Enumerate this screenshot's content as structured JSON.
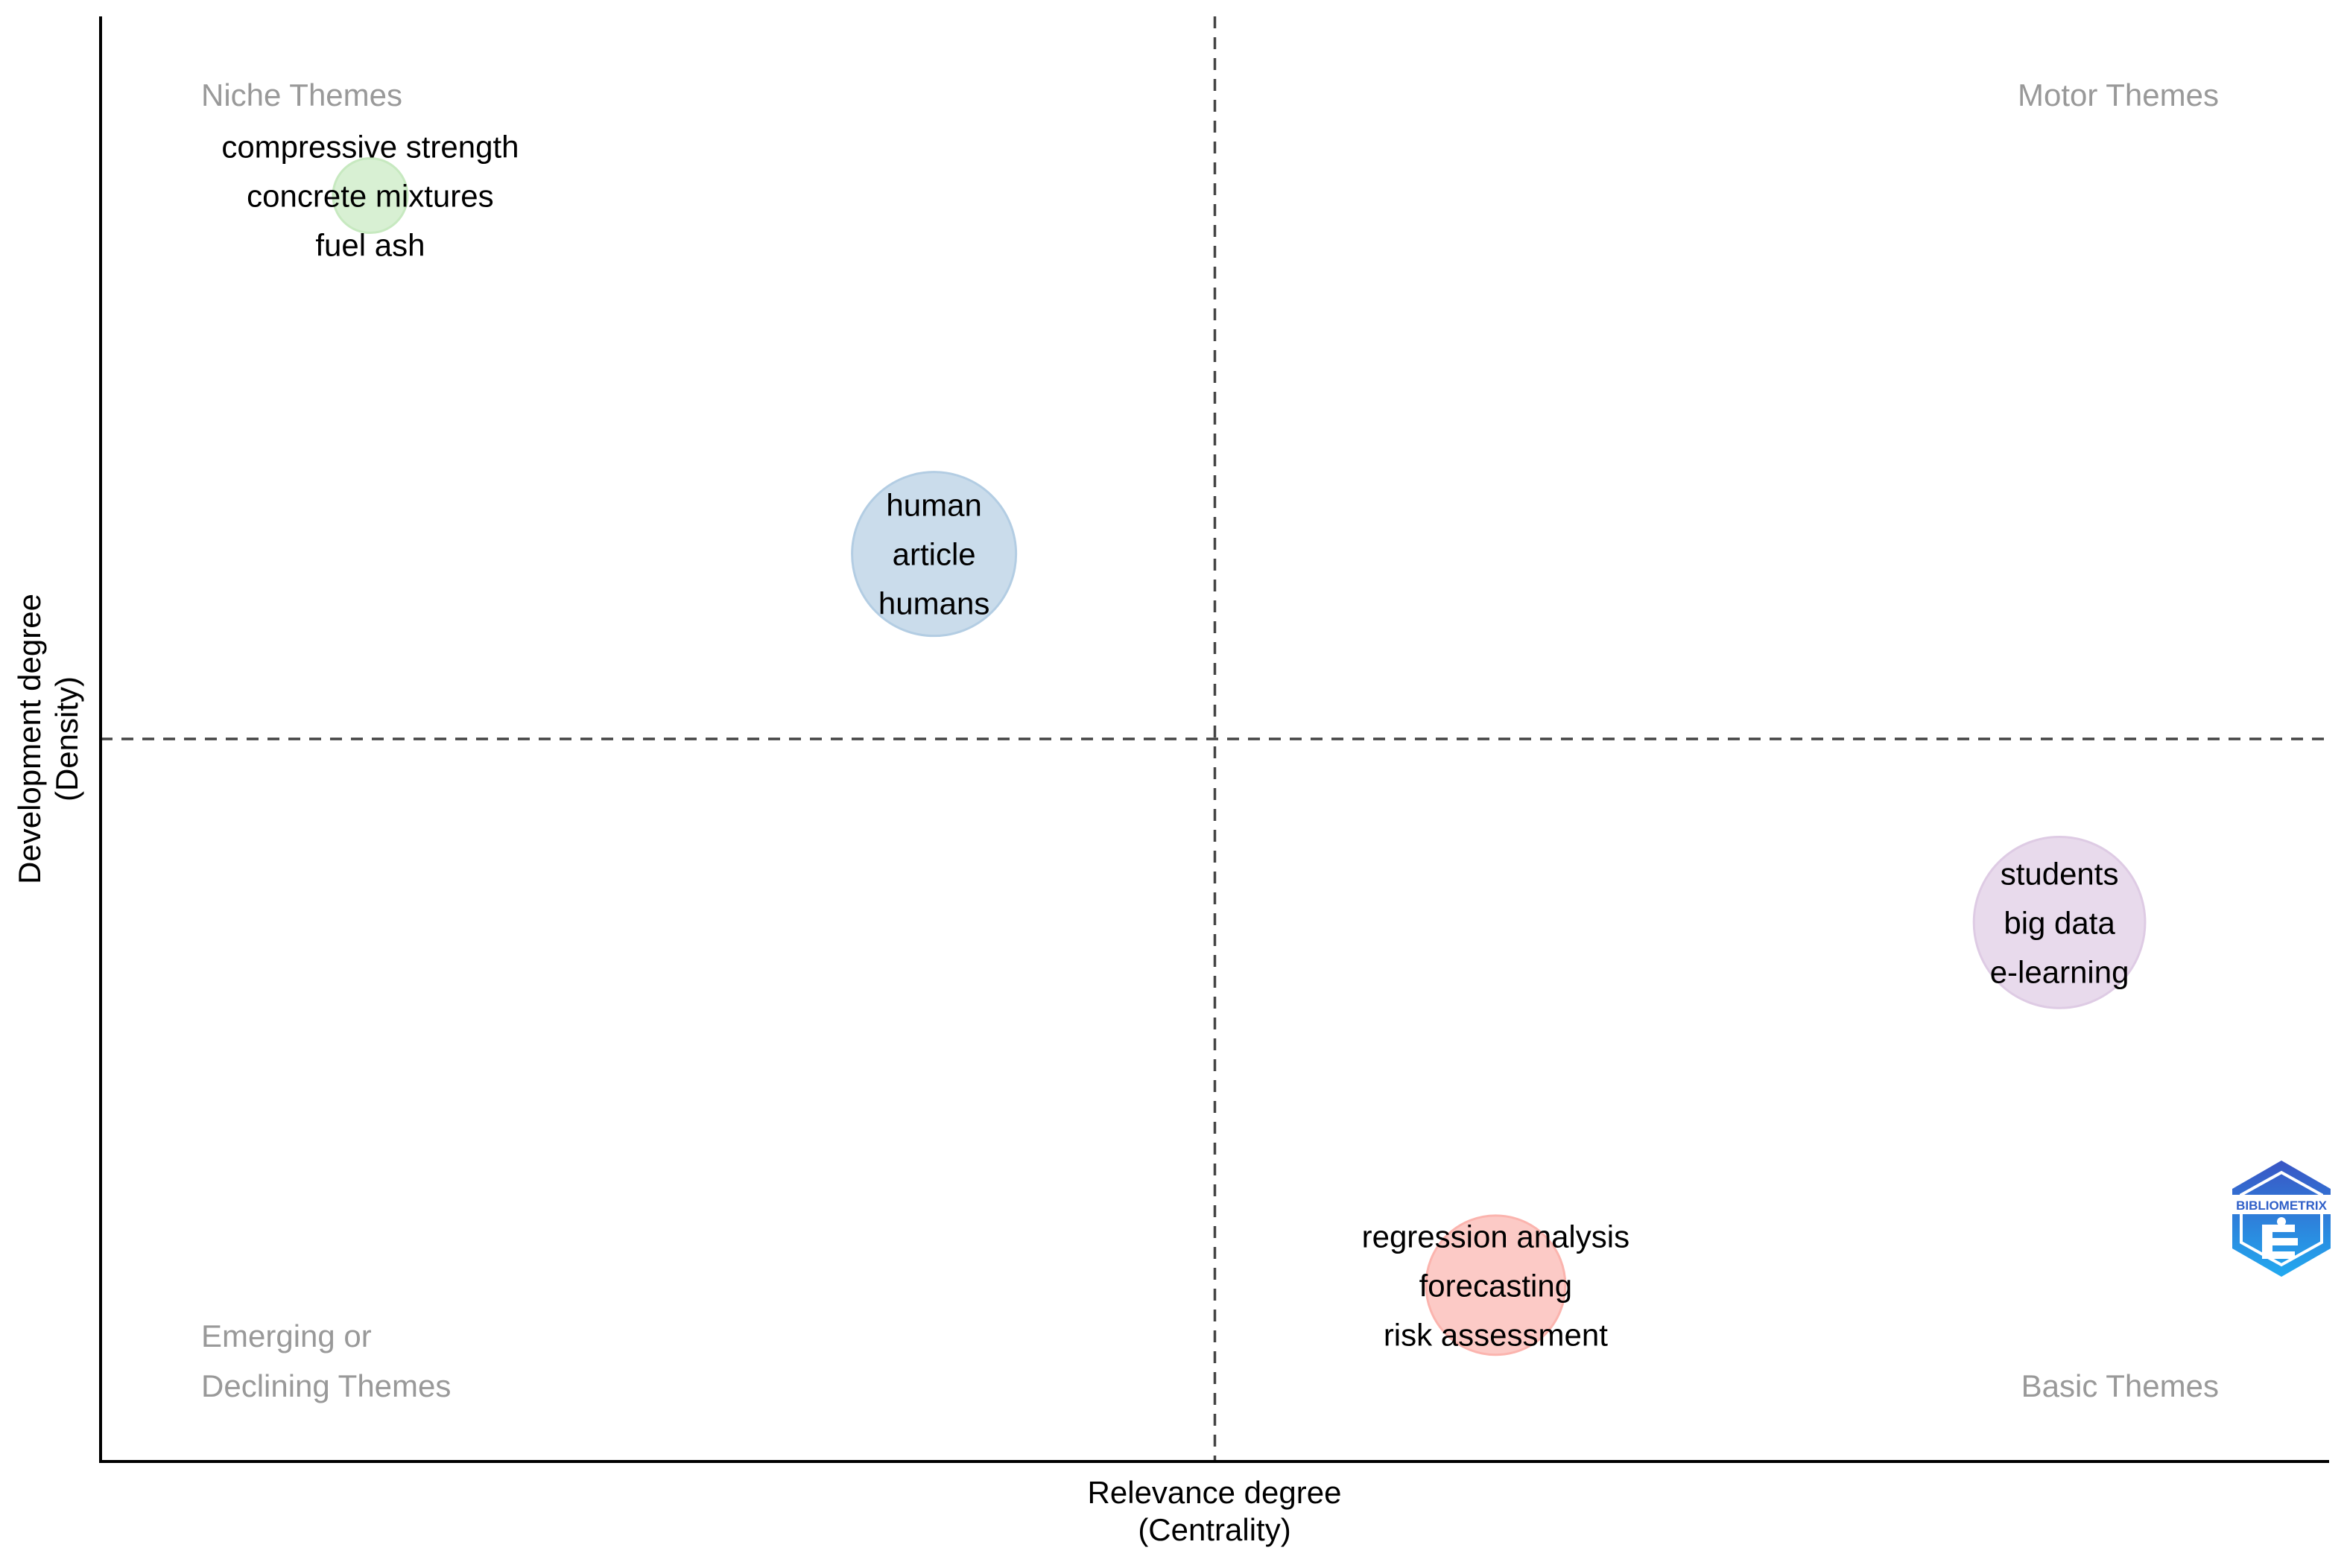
{
  "chart_data": {
    "type": "scatter",
    "subtype": "thematic-map",
    "xlabel": "Relevance degree",
    "xlabel_sub": "(Centrality)",
    "ylabel": "Development degree",
    "ylabel_sub": "(Density)",
    "xlim": [
      0,
      100
    ],
    "ylim": [
      0,
      100
    ],
    "x_reference": 50,
    "y_reference": 50,
    "grid": false,
    "quadrants": {
      "top_left": "Niche Themes",
      "top_right": "Motor Themes",
      "bottom_left": [
        "Emerging or",
        "Declining Themes"
      ],
      "bottom_right": "Basic Themes"
    },
    "clusters": [
      {
        "labels": [
          "compressive strength",
          "concrete mixtures",
          "fuel ash"
        ],
        "x": 12.1,
        "y": 87.6,
        "size": 1,
        "color": "#c7e9c0"
      },
      {
        "labels": [
          "human",
          "article",
          "humans"
        ],
        "x": 37.4,
        "y": 62.8,
        "size": 9,
        "color": "#b3cde3"
      },
      {
        "labels": [
          "students",
          "big data",
          "e-learning"
        ],
        "x": 87.9,
        "y": 37.3,
        "size": 10,
        "color": "#decbe4"
      },
      {
        "labels": [
          "regression analysis",
          "forecasting",
          "risk assessment"
        ],
        "x": 62.6,
        "y": 12.2,
        "size": 6,
        "color": "#fbb4ae"
      }
    ]
  },
  "logo": {
    "text": "BIBLIOMETRIX",
    "color_top": "#3a55c4",
    "color_bottom": "#22aaf0"
  }
}
